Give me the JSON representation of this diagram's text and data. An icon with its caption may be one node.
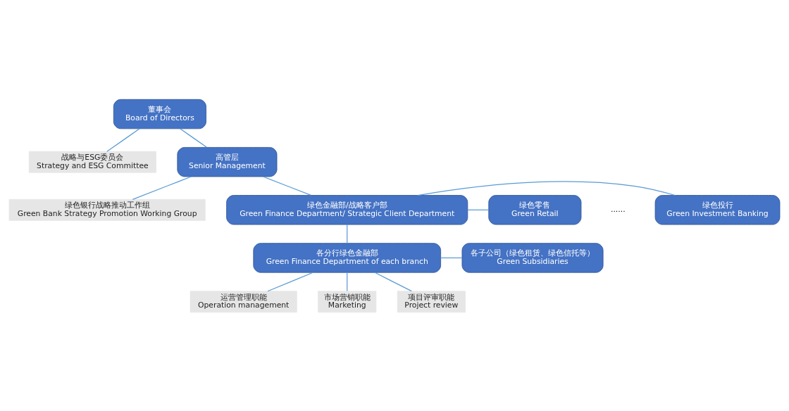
{
  "diagram": {
    "nodes": [
      {
        "text": [
          "董事会",
          "Board of Directors"
        ]
      },
      {
        "text": [
          "战略与ESG委员会",
          "Strategy and ESG Committee"
        ]
      },
      {
        "text": [
          "高管层",
          "Senior Management"
        ]
      },
      {
        "text": [
          "绿色银行战略推动工作组",
          "Green Bank Strategy Promotion Working Group"
        ]
      },
      {
        "text": [
          "绿色投行",
          "Green Investment Banking"
        ]
      },
      {
        "text": [
          "绿色金融部/战略客户部",
          "Green Finance Department/ Strategic Client Department"
        ]
      },
      {
        "text": [
          "绿色零售",
          "Green Retail"
        ]
      },
      {
        "text": [
          "各子公司（绿色租赁、绿色信托等）",
          "Green Subsidiaries"
        ]
      },
      {
        "text": [
          "各分行绿色金融部",
          "Green Finance Department of each branch"
        ]
      },
      {
        "text": [
          "运营管理职能",
          "Operation management"
        ]
      },
      {
        "text": [
          "市场营销职能",
          "Marketing"
        ]
      },
      {
        "text": [
          "项目评审职能",
          "Project review"
        ]
      }
    ],
    "edges": [
      {
        "from": 0,
        "to": 2,
        "arrow": "none"
      },
      {
        "from": 0,
        "to": 1,
        "arrow": "none"
      },
      {
        "from": 2,
        "to": 5,
        "arrow": "none"
      },
      {
        "from": 2,
        "to": 3,
        "arrow": "none"
      },
      {
        "from": 5,
        "to": 4,
        "arrow": "none"
      },
      {
        "from": 5,
        "to": 6,
        "arrow": "none"
      },
      {
        "from": 5,
        "to": 8,
        "arrow": "none"
      },
      {
        "from": 8,
        "to": 7,
        "arrow": "none"
      },
      {
        "from": 8,
        "to": 9,
        "arrow": "none"
      },
      {
        "from": 8,
        "to": 10,
        "arrow": "none"
      },
      {
        "from": 8,
        "to": 11,
        "arrow": "none"
      }
    ],
    "labels": [
      "......"
    ]
  }
}
